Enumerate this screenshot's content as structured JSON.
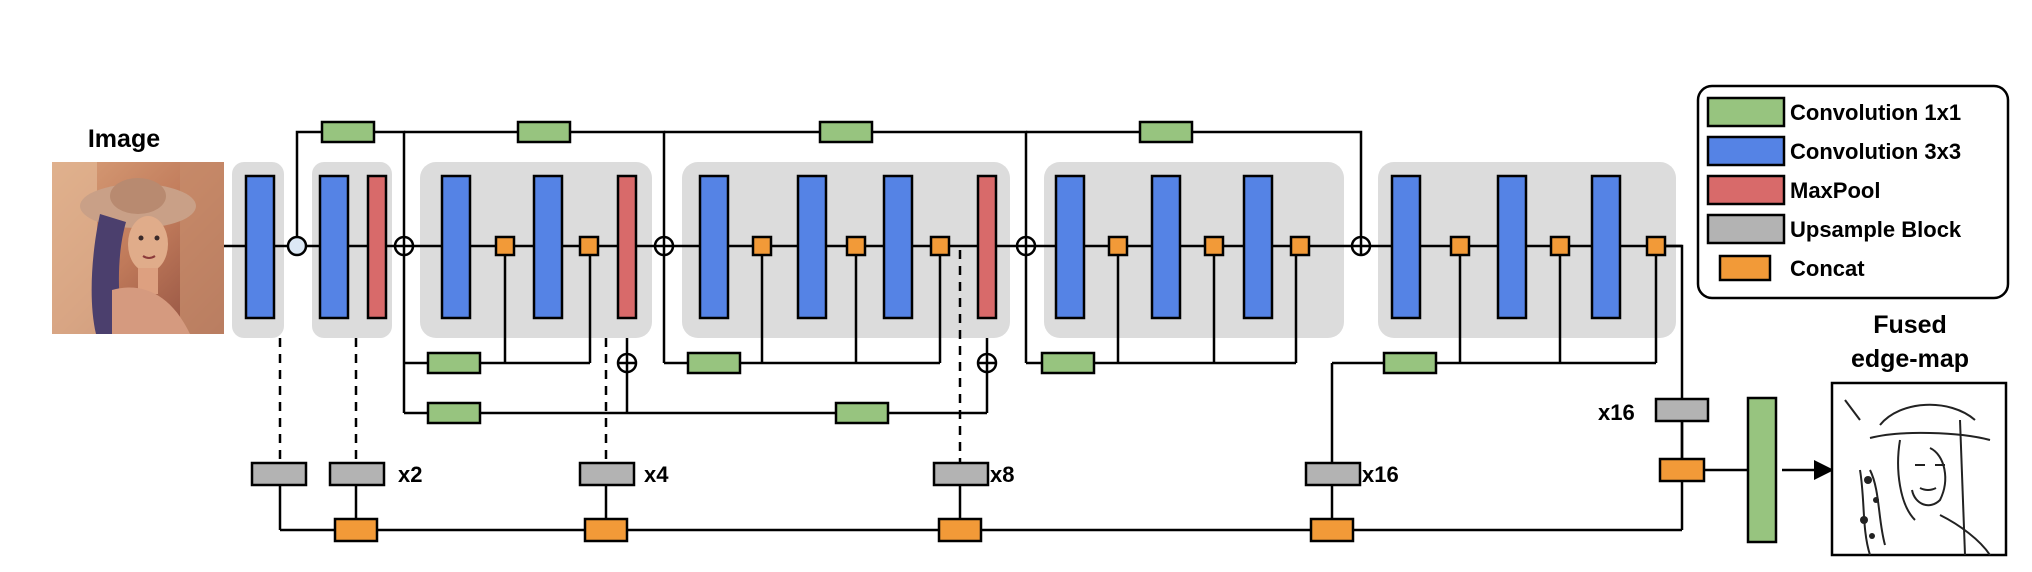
{
  "input": {
    "title": "Image",
    "picture": "portrait-photo-woman-with-hat"
  },
  "output": {
    "title_line1": "Fused",
    "title_line2": "edge-map",
    "picture": "edge-map-sketch-woman-with-hat"
  },
  "legend": {
    "items": [
      {
        "name": "conv1x1",
        "label": "Convolution 1x1",
        "color": "#97c47f"
      },
      {
        "name": "conv3x3",
        "label": "Convolution 3x3",
        "color": "#5583e5"
      },
      {
        "name": "maxpool",
        "label": "MaxPool",
        "color": "#d86a6a"
      },
      {
        "name": "upsample",
        "label": "Upsample Block",
        "color": "#b3b3b3"
      },
      {
        "name": "concat",
        "label": "Concat",
        "color": "#f29a38"
      }
    ]
  },
  "upsample_labels": {
    "u2": "x2",
    "u4": "x4",
    "u8": "x8",
    "u16a": "x16",
    "u16b": "x16"
  },
  "colors": {
    "block_background": "#dcdcdc",
    "stroke": "#000000"
  }
}
